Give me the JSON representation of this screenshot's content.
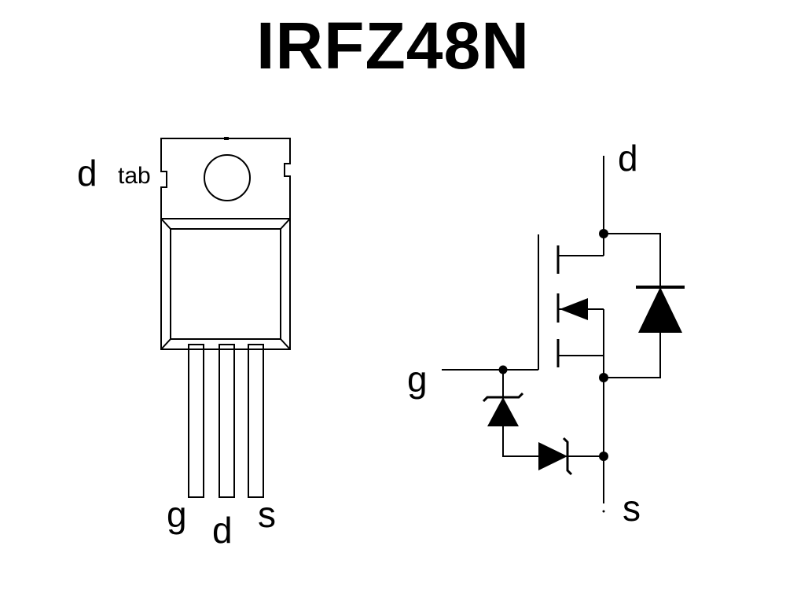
{
  "title": "IRFZ48N",
  "package": {
    "tab_pin_label": "d",
    "tab_label": "tab",
    "pin_labels": [
      "g",
      "d",
      "s"
    ]
  },
  "schematic": {
    "drain_label": "d",
    "gate_label": "g",
    "source_label": "s"
  }
}
